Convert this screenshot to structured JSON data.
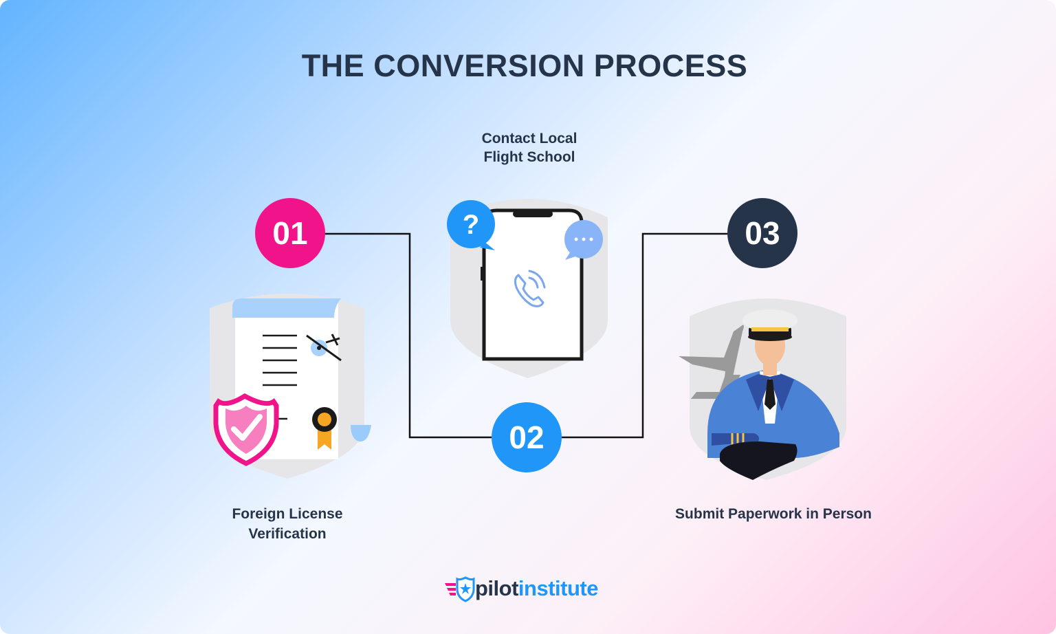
{
  "title": "THE CONVERSION PROCESS",
  "steps": [
    {
      "number": "01",
      "label_lines": [
        "Foreign License",
        "Verification"
      ],
      "color": "#f0138a"
    },
    {
      "number": "02",
      "label_lines": [
        "Contact Local",
        "Flight School"
      ],
      "color": "#1f96f8"
    },
    {
      "number": "03",
      "label_lines": [
        "Submit Paperwork in Person"
      ],
      "color": "#263449"
    }
  ],
  "icons": {
    "step1": [
      "certificate-icon",
      "shield-check-icon",
      "airplane-icon",
      "award-ribbon-icon"
    ],
    "step2": [
      "smartphone-icon",
      "question-bubble-icon",
      "chat-bubble-icon",
      "phone-call-icon"
    ],
    "step3": [
      "pilot-icon",
      "airplane-icon"
    ]
  },
  "brand": {
    "part1": "pilot",
    "part2": "institute",
    "logo_icon": "wing-star-shield-icon"
  }
}
